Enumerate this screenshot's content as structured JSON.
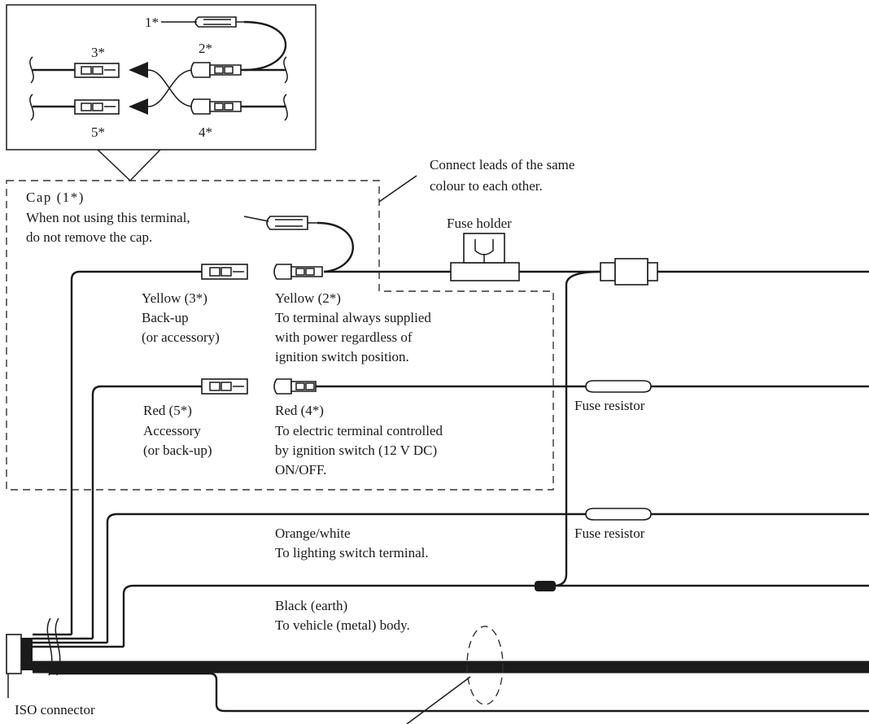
{
  "inset": {
    "ref_1": "1*",
    "ref_2": "2*",
    "ref_3": "3*",
    "ref_4": "4*",
    "ref_5": "5*"
  },
  "notes": {
    "connect_line1": "Connect leads of the same",
    "connect_line2": "colour to each other."
  },
  "cap": {
    "line1": "Cap (1*)",
    "line2": "When not using this terminal,",
    "line3": "do not remove the cap."
  },
  "fuse_holder": "Fuse holder",
  "yellow_backup": {
    "line1": "Yellow (3*)",
    "line2": "Back-up",
    "line3": "(or accessory)"
  },
  "yellow_power": {
    "line1": "Yellow (2*)",
    "line2": "To terminal always supplied",
    "line3": "with power regardless of",
    "line4": "ignition switch position."
  },
  "red_accessory": {
    "line1": "Red (5*)",
    "line2": "Accessory",
    "line3": "(or back-up)"
  },
  "red_ignition": {
    "line1": "Red (4*)",
    "line2": "To electric terminal controlled",
    "line3": "by ignition switch (12 V DC)",
    "line4": "ON/OFF."
  },
  "fuse_resistor_1": "Fuse resistor",
  "fuse_resistor_2": "Fuse resistor",
  "orange_white": {
    "line1": "Orange/white",
    "line2": "To lighting switch terminal."
  },
  "black_earth": {
    "line1": "Black (earth)",
    "line2": "To vehicle (metal) body."
  },
  "iso_connector": "ISO connector",
  "colors": {
    "ink": "#1a1a1a",
    "background": "#ffffff"
  }
}
